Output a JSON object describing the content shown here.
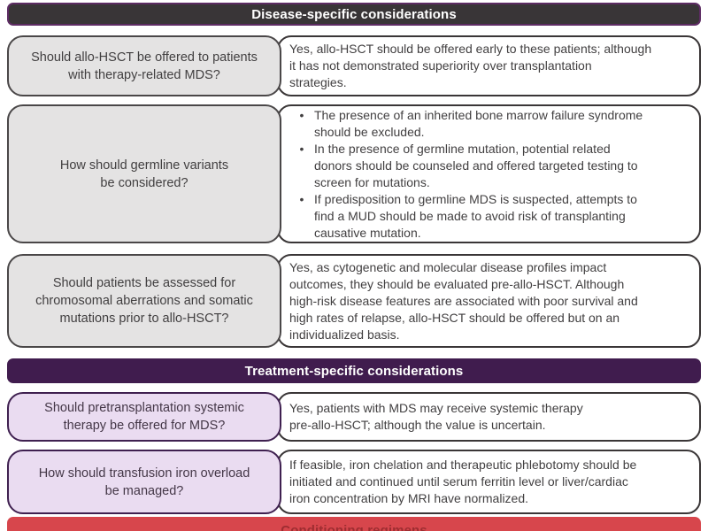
{
  "figure": {
    "bullet_glyph": "•",
    "sections": [
      {
        "header": "Disease-specific considerations",
        "rows": [
          {
            "question": "Should allo-HSCT be offered to patients\nwith therapy-related MDS?",
            "answer": "Yes, allo-HSCT should be offered early to these patients; although\nit has not demonstrated superiority over transplantation\nstrategies."
          },
          {
            "question": "How should germline variants\nbe considered?",
            "bullets": [
              "The presence of an inherited bone marrow failure syndrome\nshould be excluded.",
              "In the presence of germline mutation, potential related\ndonors should be counseled and offered targeted testing to\nscreen for mutations.",
              "If predisposition to germline MDS is suspected, attempts to\nfind a MUD should be made to avoid risk of transplanting\ncausative mutation."
            ]
          },
          {
            "question": "Should patients be assessed for\nchromosomal aberrations and somatic\nmutations prior to allo-HSCT?",
            "answer": "Yes, as cytogenetic and molecular disease profiles impact\noutcomes, they should be evaluated pre-allo-HSCT. Although\nhigh-risk disease features are associated with poor survival and\nhigh rates of relapse, allo-HSCT should be offered but on an\nindividualized basis."
          }
        ]
      },
      {
        "header": "Treatment-specific considerations",
        "rows": [
          {
            "question": "Should pretransplantation systemic\ntherapy be offered for MDS?",
            "answer": "Yes, patients with MDS may receive systemic therapy\npre-allo-HSCT; although the value is uncertain."
          },
          {
            "question": "How should transfusion iron overload\nbe managed?",
            "answer": "If feasible, iron chelation and therapeutic phlebotomy should be\ninitiated and continued until serum ferritin level or liver/cardiac\niron concentration by MRI have normalized."
          }
        ]
      },
      {
        "header": "Conditioning regimens"
      }
    ],
    "colors": {
      "disease_header_bg": "#393537",
      "disease_header_border": "#5d2c63",
      "disease_header_text": "#ffffff",
      "treatment_header_bg": "#401c4e",
      "treatment_header_text": "#ffffff",
      "conditioning_header_bg": "#d7464c",
      "conditioning_header_text": "#9e2d31",
      "question_gray_bg": "#e4e3e3",
      "question_gray_border": "#4a4748",
      "question_purple_bg": "#eadcf1",
      "question_purple_border": "#3f2050",
      "answer_box_border": "#3a3637",
      "body_text": "#413f40"
    }
  }
}
